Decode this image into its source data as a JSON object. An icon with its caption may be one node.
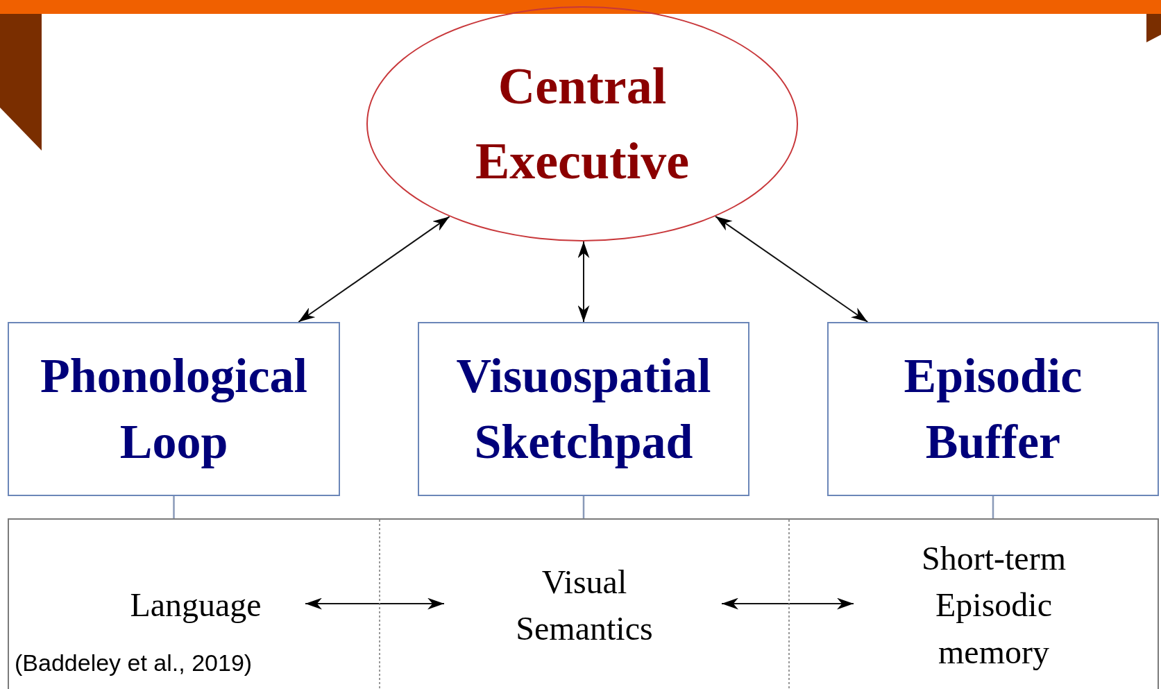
{
  "diagram": {
    "nodes": [
      {
        "text": [
          "Central Executive"
        ]
      },
      {
        "text": [
          "Phonological Loop"
        ]
      },
      {
        "text": [
          "Visuospatial Sketchpad"
        ]
      },
      {
        "text": [
          "Episodic Buffer"
        ]
      },
      {
        "text": [],
        "shape": "box"
      },
      {
        "text": [
          "Language"
        ],
        "in": 4
      },
      {
        "text": [
          "Visual Semantics"
        ],
        "in": 4
      },
      {
        "text": [
          "Short-term Episodic memory"
        ],
        "in": 4
      }
    ],
    "edges": [
      {
        "from": 0,
        "to": 1,
        "arrow": "both"
      },
      {
        "from": 0,
        "to": 2,
        "arrow": "both"
      },
      {
        "from": 0,
        "to": 3,
        "arrow": "both"
      },
      {
        "from": 1,
        "to": 4,
        "arrow": "none",
        "color": "#8a9ab8"
      },
      {
        "from": 2,
        "to": 4,
        "arrow": "none",
        "color": "#8a9ab8"
      },
      {
        "from": 3,
        "to": 4,
        "arrow": "none",
        "color": "#8a9ab8"
      },
      {
        "from": 5,
        "to": 6,
        "arrow": "both"
      },
      {
        "from": 6,
        "to": 7,
        "arrow": "both"
      }
    ],
    "labels": [
      "(Baddeley et al., 2019)"
    ]
  }
}
